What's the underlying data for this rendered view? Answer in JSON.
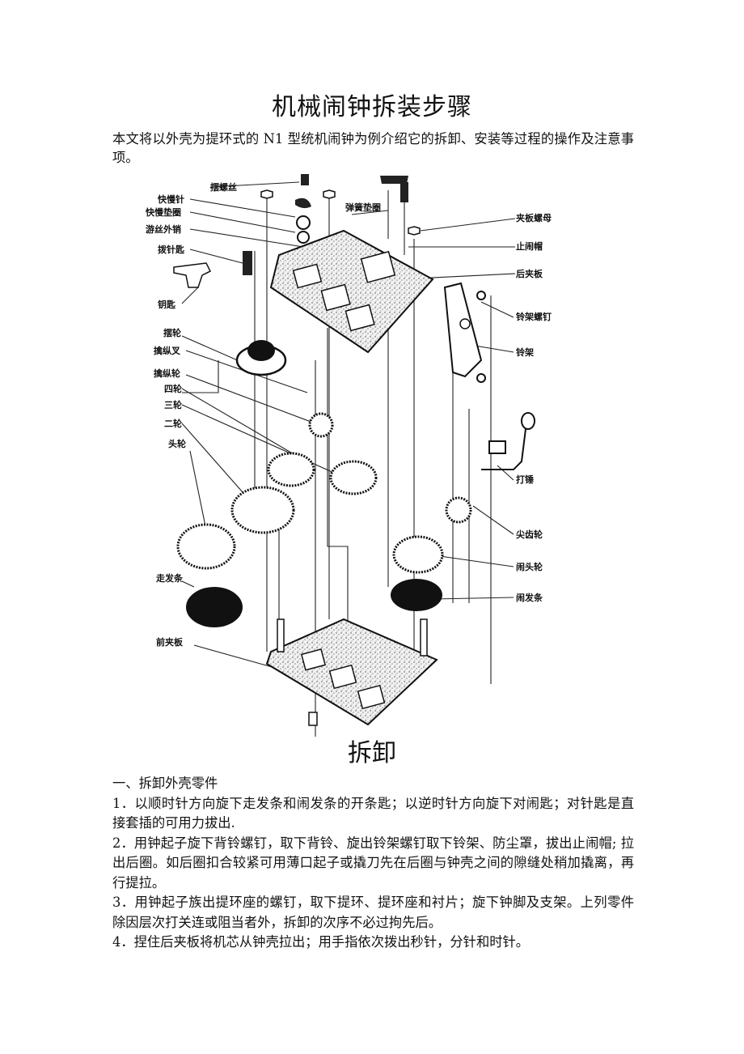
{
  "document": {
    "title": "机械闹钟拆装步骤",
    "intro": "本文将以外壳为提环式的 N1 型统机闹钟为例介绍它的拆卸、安装等过程的操作及注意事项。",
    "figure": {
      "description": "exploded view diagram of mechanical alarm clock movement",
      "labels_left": [
        "摆螺丝",
        "快慢针",
        "快慢垫圈",
        "游丝外销",
        "拨针匙",
        "钥匙",
        "摆轮",
        "擒纵叉",
        "擒纵轮",
        "四轮",
        "三轮",
        "二轮",
        "头轮",
        "走发条",
        "前夹板"
      ],
      "labels_right": [
        "弹簧垫圈",
        "夹板螺母",
        "止闹帽",
        "后夹板",
        "铃架螺钉",
        "铃架",
        "打锤",
        "尖齿轮",
        "闹头轮",
        "闹发条"
      ]
    },
    "section_title": "拆卸",
    "subsection_title": "一、拆卸外壳零件",
    "paragraphs": [
      "1．以顺时针方向旋下走发条和闹发条的开条匙；以逆时针方向旋下对闹匙；对针匙是直接套插的可用力拔出.",
      "2．用钟起子旋下背铃螺钉，取下背铃、旋出铃架螺钉取下铃架、防尘罩，拔出止闹帽; 拉出后圈。如后圈扣合较紧可用薄口起子或撬刀先在后圈与钟壳之间的隙缝处稍加撬离，再行提拉。",
      "3．用钟起子族出提环座的螺钉，取下提环、提环座和衬片；旋下钟脚及支架。上列零件除因层次打关连或阻当者外，拆卸的次序不必过拘先后。",
      "4．捏住后夹板将机芯从钟壳拉出；用手指依次拨出秒针，分针和时针。"
    ]
  }
}
